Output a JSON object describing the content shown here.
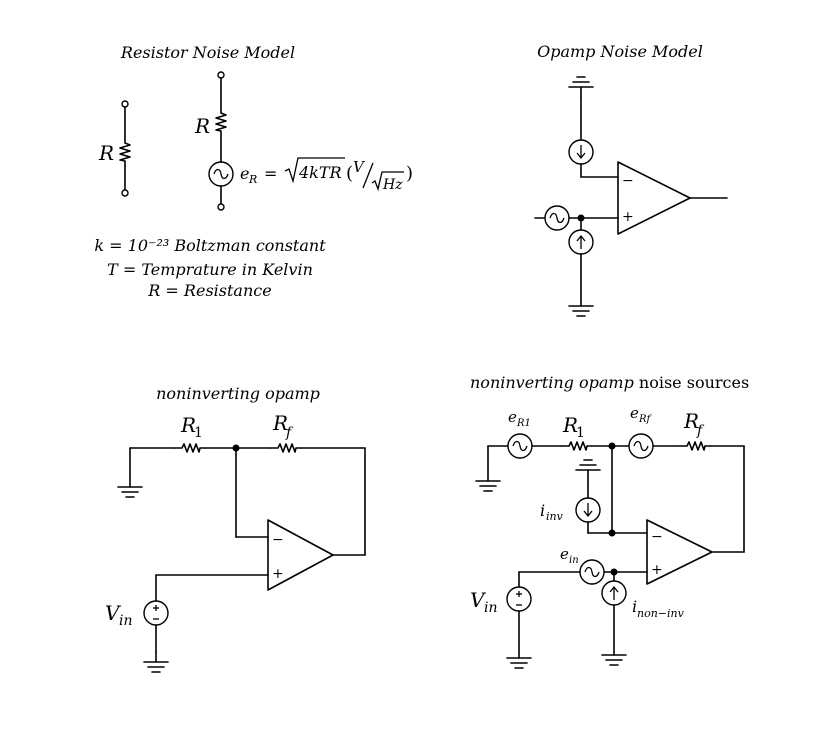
{
  "panels": {
    "resistor_model": {
      "title": "Resistor Noise Model",
      "r_label_a": "R",
      "r_label_b": "R",
      "source_label": "e",
      "source_sub": "R",
      "eq_equals": "=",
      "eq_sqrt_arg": "4kTR",
      "eq_unit_v": "V",
      "eq_unit_hz": "Hz",
      "legend": [
        "k = 10⁻²³ Boltzman constant",
        "T = Temprature in Kelvin",
        "R = Resistance"
      ]
    },
    "opamp_model": {
      "title": "Opamp Noise Model",
      "minus": "−",
      "plus": "+"
    },
    "noninverting": {
      "title": "noninverting opamp",
      "r1": "R",
      "r1_sub": "1",
      "rf": "R",
      "rf_sub": "f",
      "vin": "V",
      "vin_sub": "in",
      "minus": "−",
      "plus": "+"
    },
    "noise_sources": {
      "title_italic": "noninverting opamp",
      "title_plain": " noise sources",
      "er1": "e",
      "er1_sub": "R1",
      "r1": "R",
      "r1_sub": "1",
      "erf": "e",
      "erf_sub": "Rf",
      "rf": "R",
      "rf_sub": "f",
      "iinv": "i",
      "iinv_sub": "inv",
      "ein": "e",
      "ein_sub": "in",
      "vin": "V",
      "vin_sub": "in",
      "inoninv": "i",
      "inoninv_sub": "non−inv",
      "minus": "−",
      "plus": "+"
    }
  }
}
